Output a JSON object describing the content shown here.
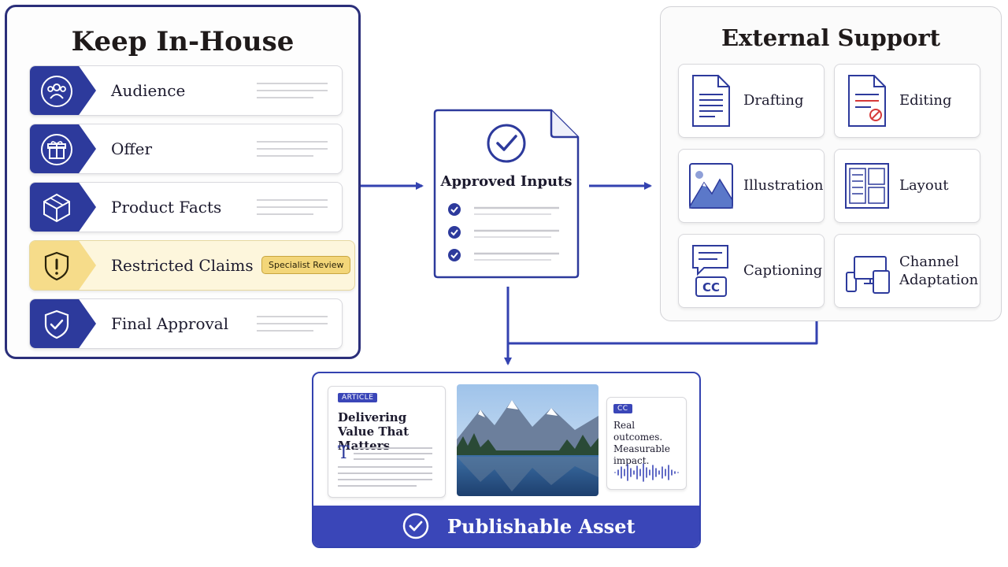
{
  "in_house": {
    "title": "Keep In-House",
    "items": [
      {
        "label": "Audience",
        "icon": "audience-icon"
      },
      {
        "label": "Offer",
        "icon": "gift-icon"
      },
      {
        "label": "Product Facts",
        "icon": "box-icon"
      },
      {
        "label": "Restricted Claims",
        "icon": "warning-shield-icon",
        "badge": "Specialist Review"
      },
      {
        "label": "Final Approval",
        "icon": "check-shield-icon"
      }
    ]
  },
  "approved_inputs": {
    "title": "Approved Inputs"
  },
  "external": {
    "title": "External Support",
    "items": [
      {
        "label": "Drafting",
        "icon": "document-icon"
      },
      {
        "label": "Editing",
        "icon": "edit-document-icon"
      },
      {
        "label": "Illustration",
        "icon": "image-icon"
      },
      {
        "label": "Layout",
        "icon": "layout-icon"
      },
      {
        "label": "Captioning",
        "icon": "caption-icon"
      },
      {
        "label": "Channel Adaptation",
        "label_line1": "Channel",
        "label_line2": "Adaptation",
        "icon": "devices-icon"
      }
    ]
  },
  "asset": {
    "title": "Publishable Asset",
    "article_tag": "ARTICLE",
    "article_headline": "Delivering Value That Matters",
    "article_dropcap": "T",
    "cc_tag": "CC",
    "cc_text": "Real outcomes. Measurable impact."
  },
  "colors": {
    "navy": "#2d3a9c",
    "accent": "#3a46b8",
    "warn": "#f6dc8a",
    "border": "#2b2f7a"
  }
}
